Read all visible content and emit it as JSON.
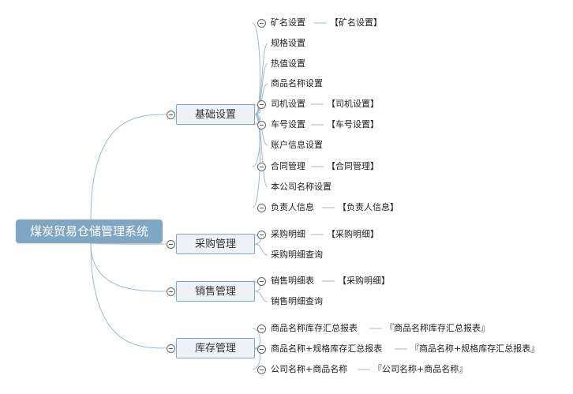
{
  "root": {
    "label": "煤炭贸易仓储管理系统"
  },
  "branches": [
    {
      "label": "基础设置",
      "items": [
        {
          "label": "矿名设置",
          "ref": "【矿名设置】"
        },
        {
          "label": "规格设置"
        },
        {
          "label": "热值设置"
        },
        {
          "label": "商品名称设置"
        },
        {
          "label": "司机设置",
          "ref": "【司机设置】"
        },
        {
          "label": "车号设置",
          "ref": "【车号设置】"
        },
        {
          "label": "账户信息设置"
        },
        {
          "label": "合同管理",
          "ref": "【合同管理】"
        },
        {
          "label": "本公司名称设置"
        },
        {
          "label": "负责人信息",
          "ref": "【负责人信息】"
        }
      ]
    },
    {
      "label": "采购管理",
      "items": [
        {
          "label": "采购明细",
          "ref": "【采购明细】"
        },
        {
          "label": "采购明细查询"
        }
      ]
    },
    {
      "label": "销售管理",
      "items": [
        {
          "label": "销售明细表",
          "ref": "【采购明细】"
        },
        {
          "label": "销售明细查询"
        }
      ]
    },
    {
      "label": "库存管理",
      "items": [
        {
          "label": "商品名称库存汇总报表",
          "ref": "『商品名称库存汇总报表』"
        },
        {
          "label": "商品名称+规格库存汇总报表",
          "ref": "『商品名称+规格库存汇总报表』"
        },
        {
          "label": "公司名称+商品名称",
          "ref": "『公司名称+商品名称』"
        }
      ]
    }
  ],
  "colors": {
    "root_fill": "#7fa7c3",
    "branch_fill": "#eef1f6",
    "line": "#9dbbd0"
  }
}
